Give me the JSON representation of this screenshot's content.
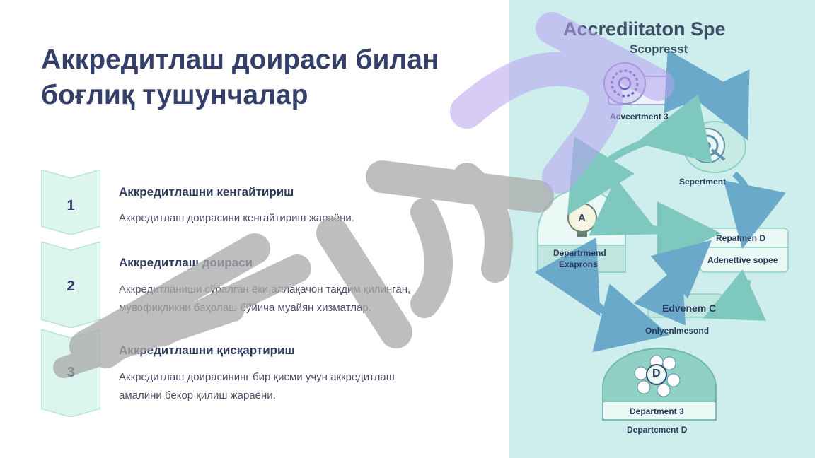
{
  "title": {
    "line1": "Аккредитлаш доираси билан",
    "line2": "боғлиқ тушунчалар"
  },
  "steps": [
    {
      "number": "1",
      "title": "Аккредитлашни кенгайтириш",
      "desc_line1": "Аккредитлаш доирасини кенгайтириш жараёни.",
      "desc_line2": ""
    },
    {
      "number": "2",
      "title": "Аккредитлаш доираси",
      "desc_line1": "Аккредитланиши сўралган ёки аллақачон тақдим қилинган,",
      "desc_line2": "мувофиқликни баҳолаш бўйича муайян хизматлар."
    },
    {
      "number": "3",
      "title": "Аккредитлашни қисқартириш",
      "desc_line1": "Аккредитлаш доирасининг бир қисми учун аккредитлаш",
      "desc_line2": "амалини бекор қилиш жараёни."
    }
  ],
  "diagram": {
    "title": "Accrediitaton Spe",
    "subtitle": "Scopresst",
    "nodes": {
      "n1_label": "Acveertment 3",
      "n2_label": "Sepertment",
      "n3_label_line1": "Departrmend",
      "n3_label_line2": "Exaprons",
      "n3_icon_letter": "A",
      "n4_label_line1": "Repatmen D",
      "n4_label_line2": "Adenettive sopee",
      "n5_label": "Edvenem C",
      "n5_caption": "Onlyenlmesond",
      "n6_label": "Department 3",
      "n6_caption": "Departcment D",
      "n6_icon_letter": "D"
    }
  },
  "colors": {
    "title": "#34406a",
    "panel_bg": "#cdeeed",
    "chevron_fill": "#dcf5ef",
    "chevron_stroke": "#b6e3d9",
    "arrow": "#7ec8c0",
    "arrow_blue": "#6aa9c9",
    "node_dark": "#8fd1c4",
    "node_light": "#eaf8f6",
    "watermark_gray": "#a9a9a9",
    "watermark_purple": "#b9a3f0"
  }
}
